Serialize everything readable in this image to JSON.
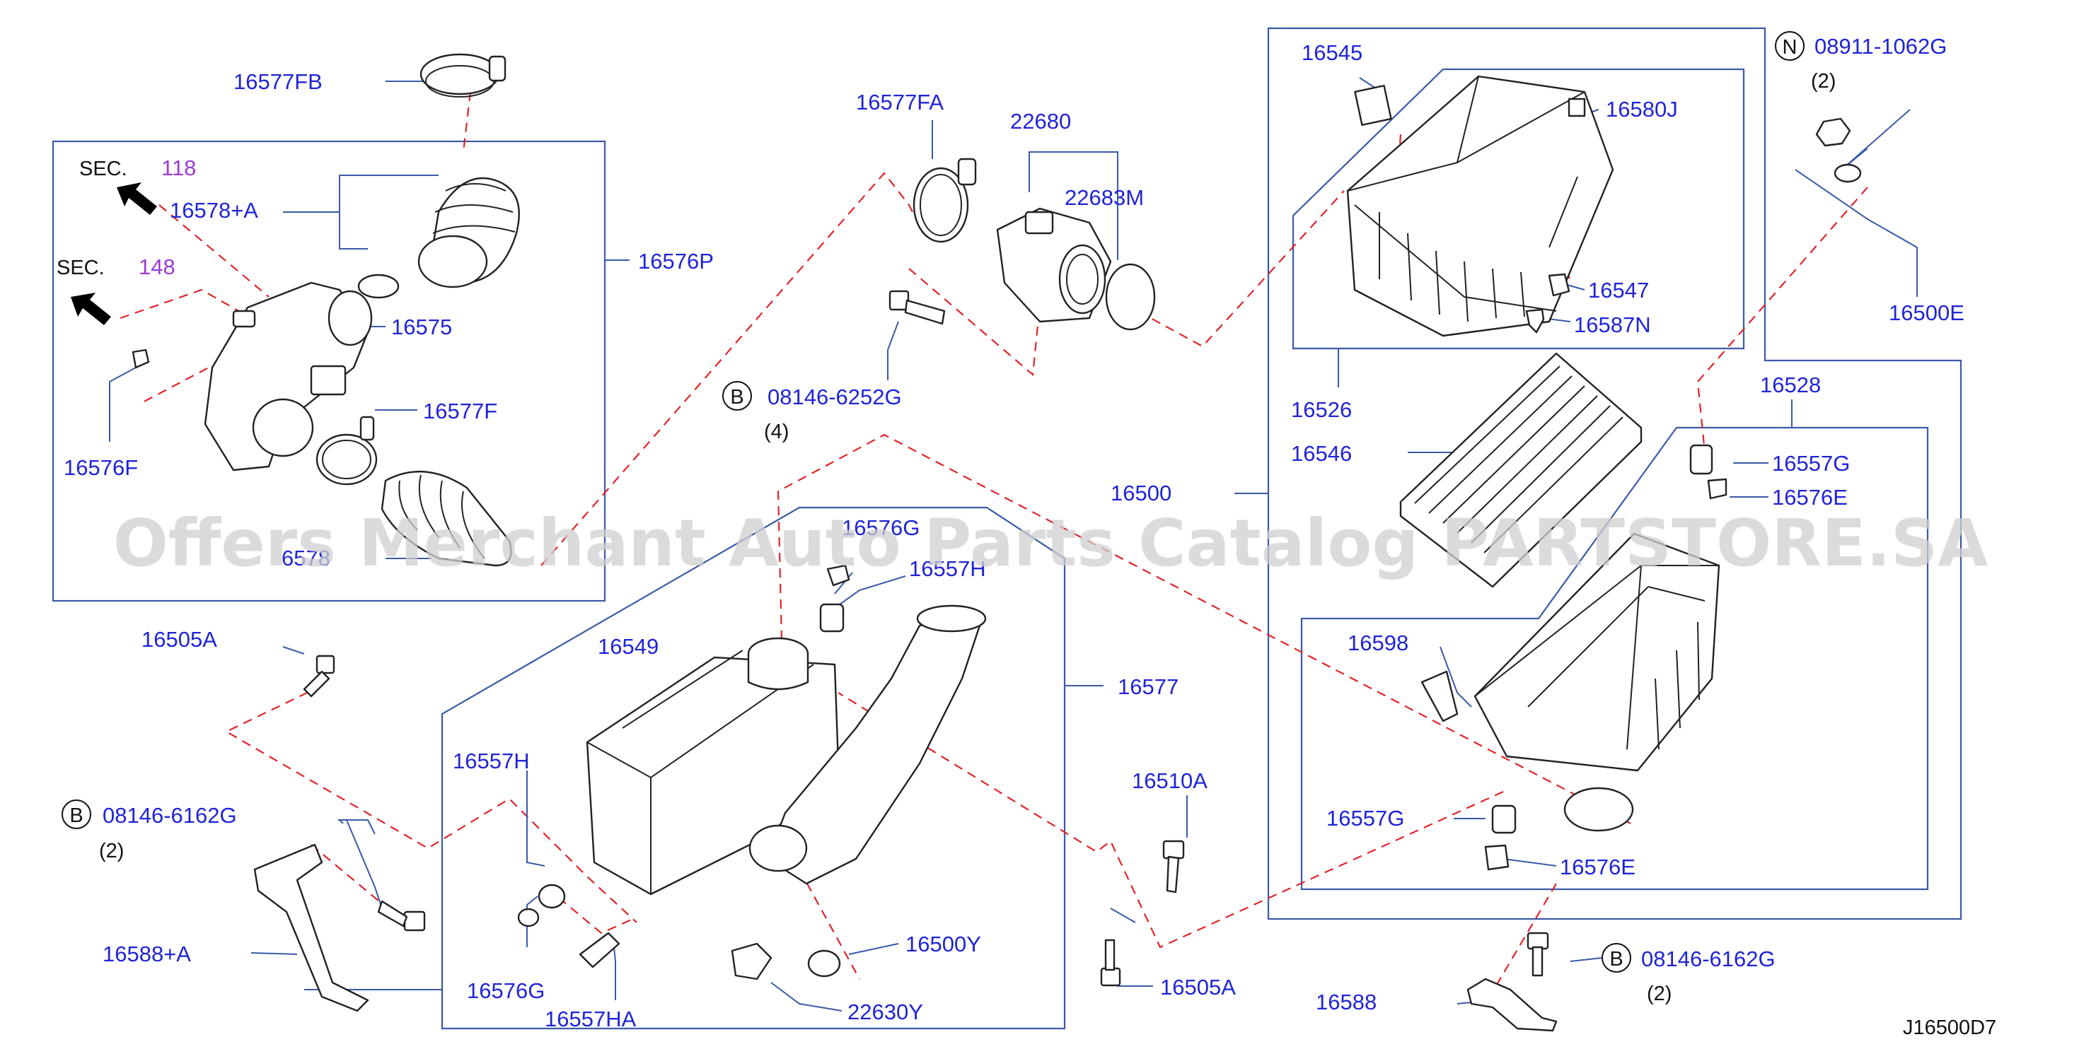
{
  "watermark": "Offers Merchant Auto Parts Catalog PARTSTORE.SA",
  "diagram_code": "J16500D7",
  "sections": [
    {
      "prefix": "SEC.",
      "number": "118"
    },
    {
      "prefix": "SEC.",
      "number": "148"
    }
  ],
  "labels": {
    "p16577FB": "16577FB",
    "p16578A": "16578+A",
    "p16576P": "16576P",
    "p16575": "16575",
    "p16577F": "16577F",
    "p16576F": "16576F",
    "p6578": "6578",
    "p16577FA": "16577FA",
    "p22680": "22680",
    "p22683M": "22683M",
    "p08146_6252G": "08146-6252G",
    "p16545": "16545",
    "p16580J": "16580J",
    "p16547": "16547",
    "p16587N": "16587N",
    "p16526": "16526",
    "p08911_1062G": "08911-1062G",
    "p16500E": "16500E",
    "p16528": "16528",
    "p16546": "16546",
    "p16500": "16500",
    "p16557G_a": "16557G",
    "p16576E_a": "16576E",
    "p16598": "16598",
    "p16557G_b": "16557G",
    "p16576E_b": "16576E",
    "p16576G_top": "16576G",
    "p16557H_top": "16557H",
    "p16549": "16549",
    "p16577": "16577",
    "p16505A_left": "16505A",
    "p08146_6162G_left": "08146-6162G",
    "p16588A": "16588+A",
    "p16557H": "16557H",
    "p16576G": "16576G",
    "p16557HA": "16557HA",
    "p16500Y": "16500Y",
    "p22630Y": "22630Y",
    "p16510A": "16510A",
    "p16505A": "16505A",
    "p16588": "16588",
    "p08146_6162G_right": "08146-6162G"
  },
  "quantities": {
    "q_6252G": "(4)",
    "q_1062G": "(2)",
    "q_6162G_left": "(2)",
    "q_6162G_right": "(2)"
  },
  "circle_markers": {
    "b1": "B",
    "n1": "N",
    "b2": "B",
    "b3": "B"
  },
  "colors": {
    "label": "#1f24d6",
    "section_number": "#9b3bd6",
    "dashed_leader": "#e0242a",
    "frame": "#3a5aa8"
  }
}
